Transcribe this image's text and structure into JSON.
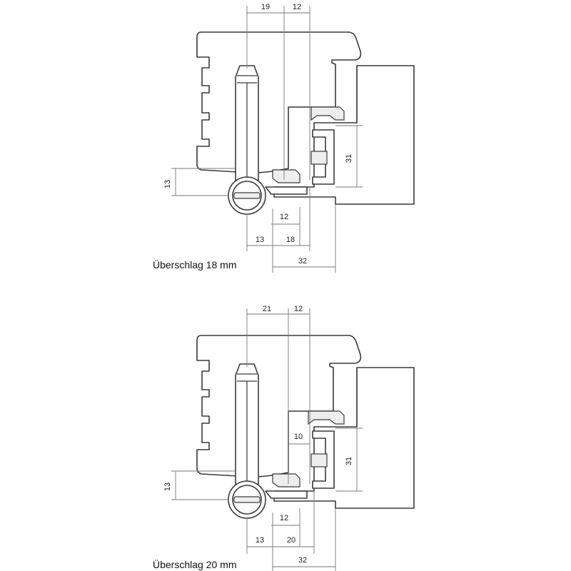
{
  "drawings": [
    {
      "caption": "Überschlag 18 mm",
      "dims": {
        "top_a": "19",
        "top_b": "12",
        "right_v": "31",
        "left_v": "13",
        "gap_mid": "12",
        "bot_a": "13",
        "bot_b": "18",
        "bot_c": "32"
      }
    },
    {
      "caption": "Überschlag 20 mm",
      "dims": {
        "top_a": "21",
        "top_b": "12",
        "inner_h": "10",
        "right_v": "31",
        "left_v": "13",
        "gap_mid": "12",
        "bot_a": "13",
        "bot_b": "20",
        "bot_c": "32"
      }
    }
  ]
}
